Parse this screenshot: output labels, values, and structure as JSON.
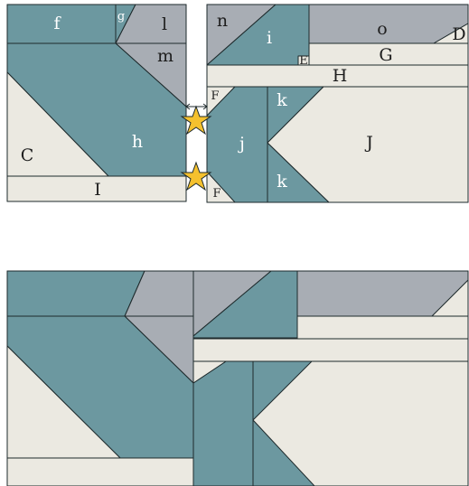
{
  "colors": {
    "teal": "#6c98a0",
    "gray": "#a8adb4",
    "cream": "#ebe9e1",
    "outline": "#1e2a2c",
    "star": "#f5c12e",
    "label_dark": "#1e1e1e",
    "label_light": "#ffffff"
  },
  "top_diagram": {
    "left_block_labels": {
      "f": "f",
      "g": "g",
      "l": "l",
      "m": "m",
      "h": "h",
      "C": "C",
      "I": "I"
    },
    "right_block_labels": {
      "n": "n",
      "i": "i",
      "o": "o",
      "D": "D",
      "E": "E",
      "G": "G",
      "H": "H",
      "F_top": "F",
      "k_top": "k",
      "j": "j",
      "J": "J",
      "k_bottom": "k",
      "F_bottom": "F"
    },
    "markers": [
      "star-icon",
      "star-icon",
      "double-arrow-icon"
    ]
  },
  "bottom_diagram": {
    "description_shown": false
  }
}
